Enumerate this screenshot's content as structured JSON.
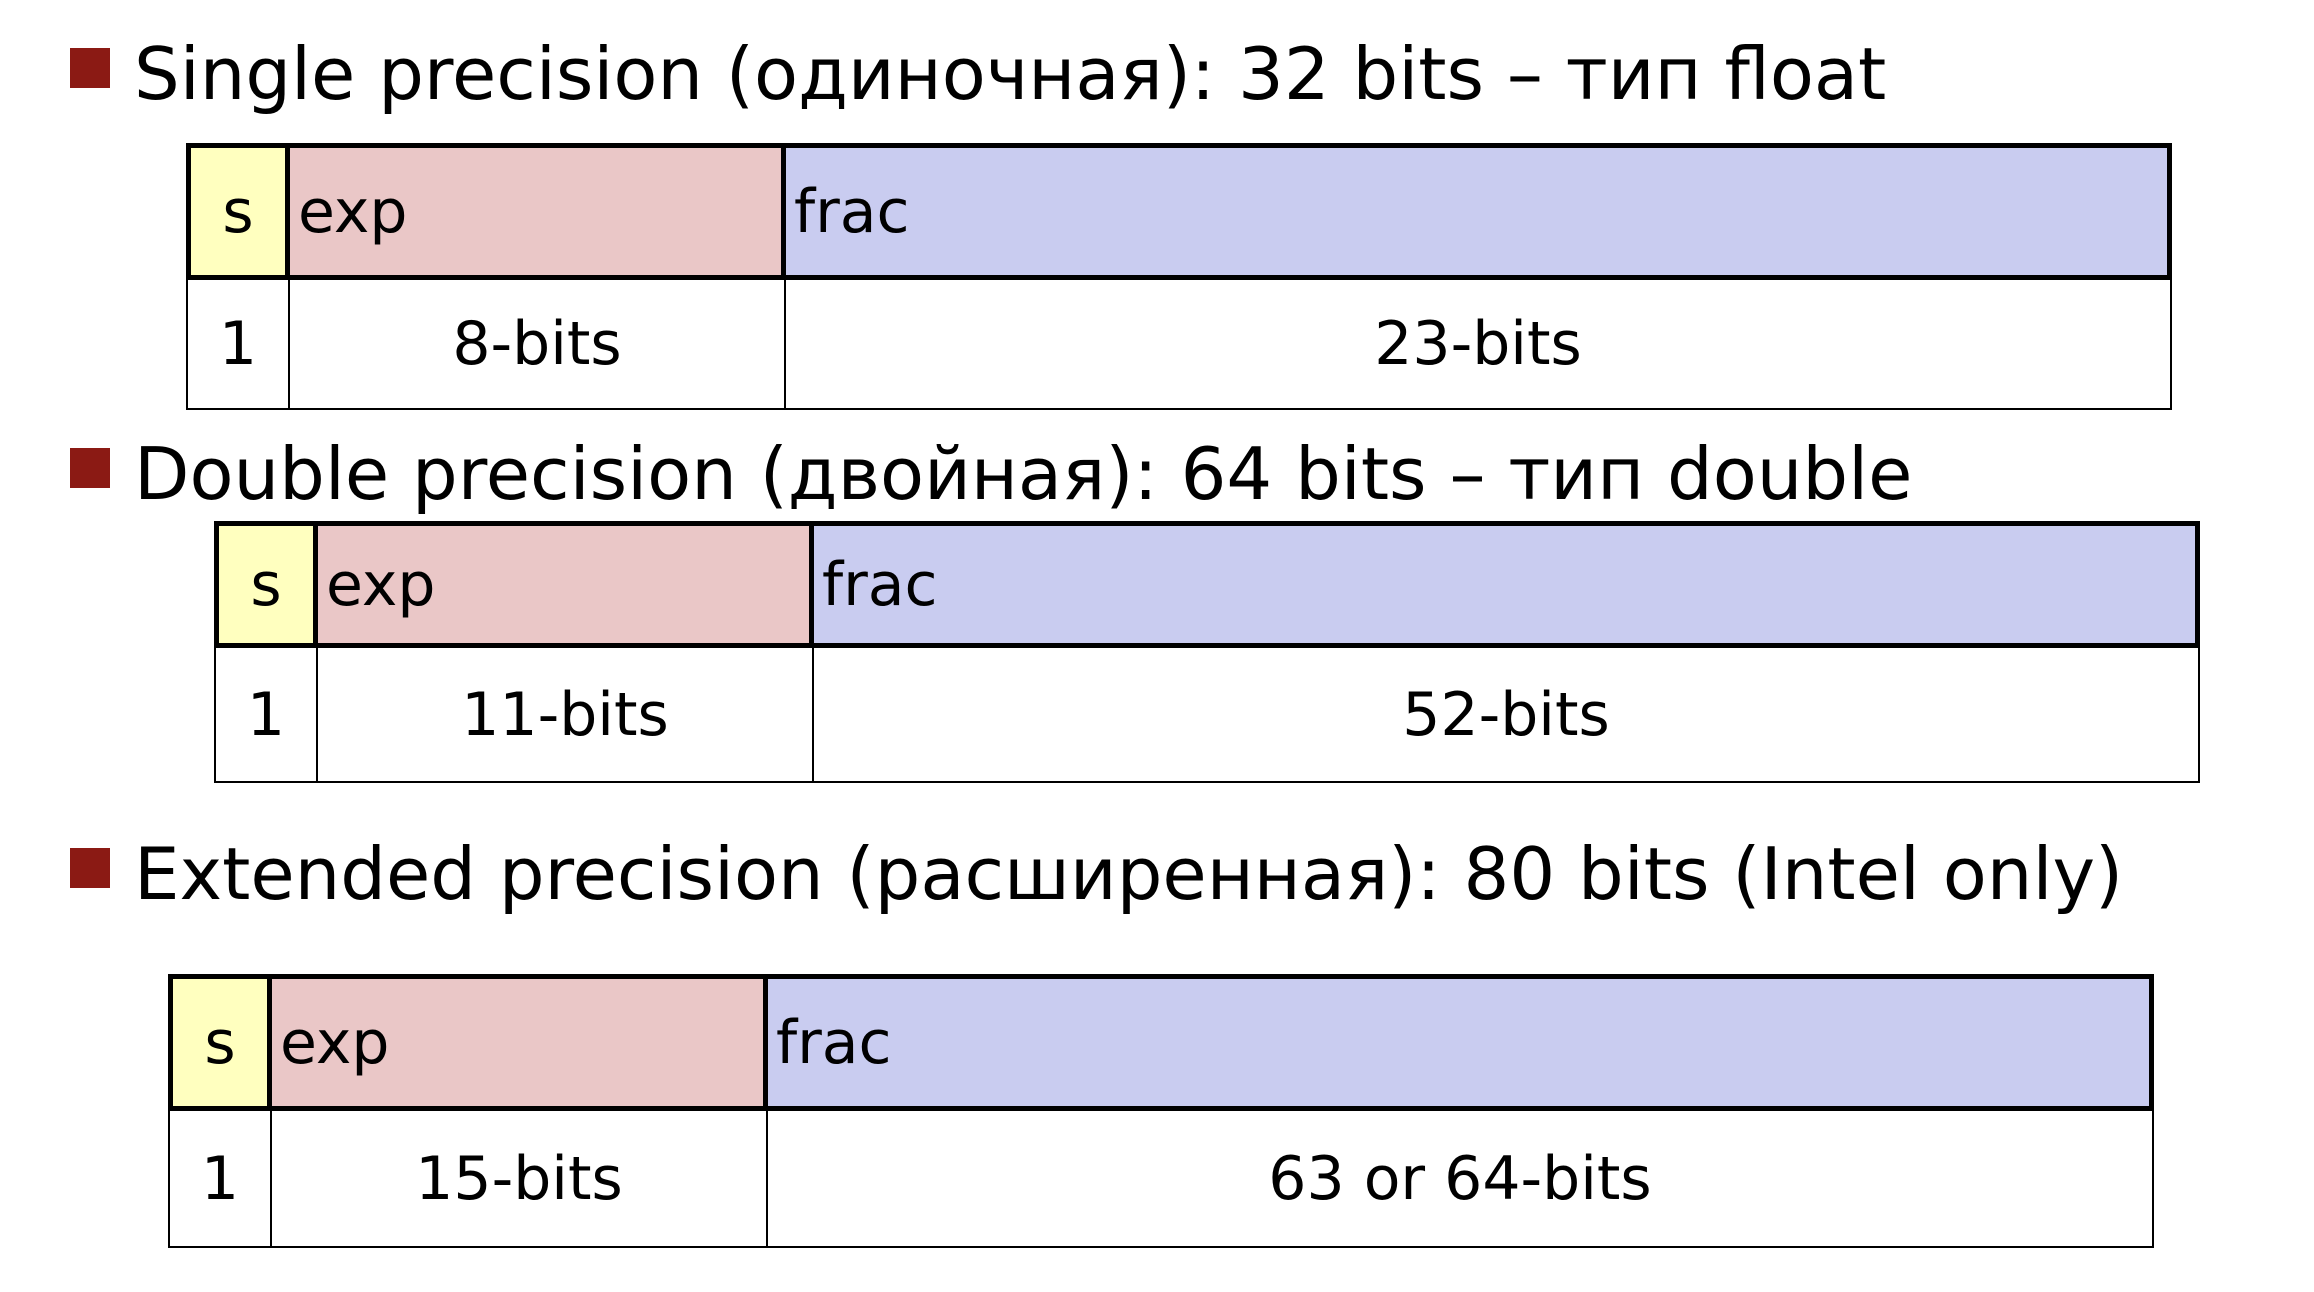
{
  "formats": [
    {
      "heading": "Single precision (одиночная): 32 bits – тип float",
      "fields": {
        "sign": "s",
        "exp": "exp",
        "frac": "frac"
      },
      "sizes": {
        "sign": "1",
        "exp": "8-bits",
        "frac": "23-bits"
      }
    },
    {
      "heading": "Double precision (двойная): 64 bits – тип double",
      "fields": {
        "sign": "s",
        "exp": "exp",
        "frac": "frac"
      },
      "sizes": {
        "sign": "1",
        "exp": "11-bits",
        "frac": "52-bits"
      }
    },
    {
      "heading": "Extended precision (расширенная): 80 bits (Intel only)",
      "fields": {
        "sign": "s",
        "exp": "exp",
        "frac": "frac"
      },
      "sizes": {
        "sign": "1",
        "exp": "15-bits",
        "frac": "63 or 64-bits"
      }
    }
  ],
  "colors": {
    "bullet": "#8b1a14",
    "sign_field": "#ffffbf",
    "exp_field": "#eac7c7",
    "frac_field": "#c9ccf0"
  }
}
